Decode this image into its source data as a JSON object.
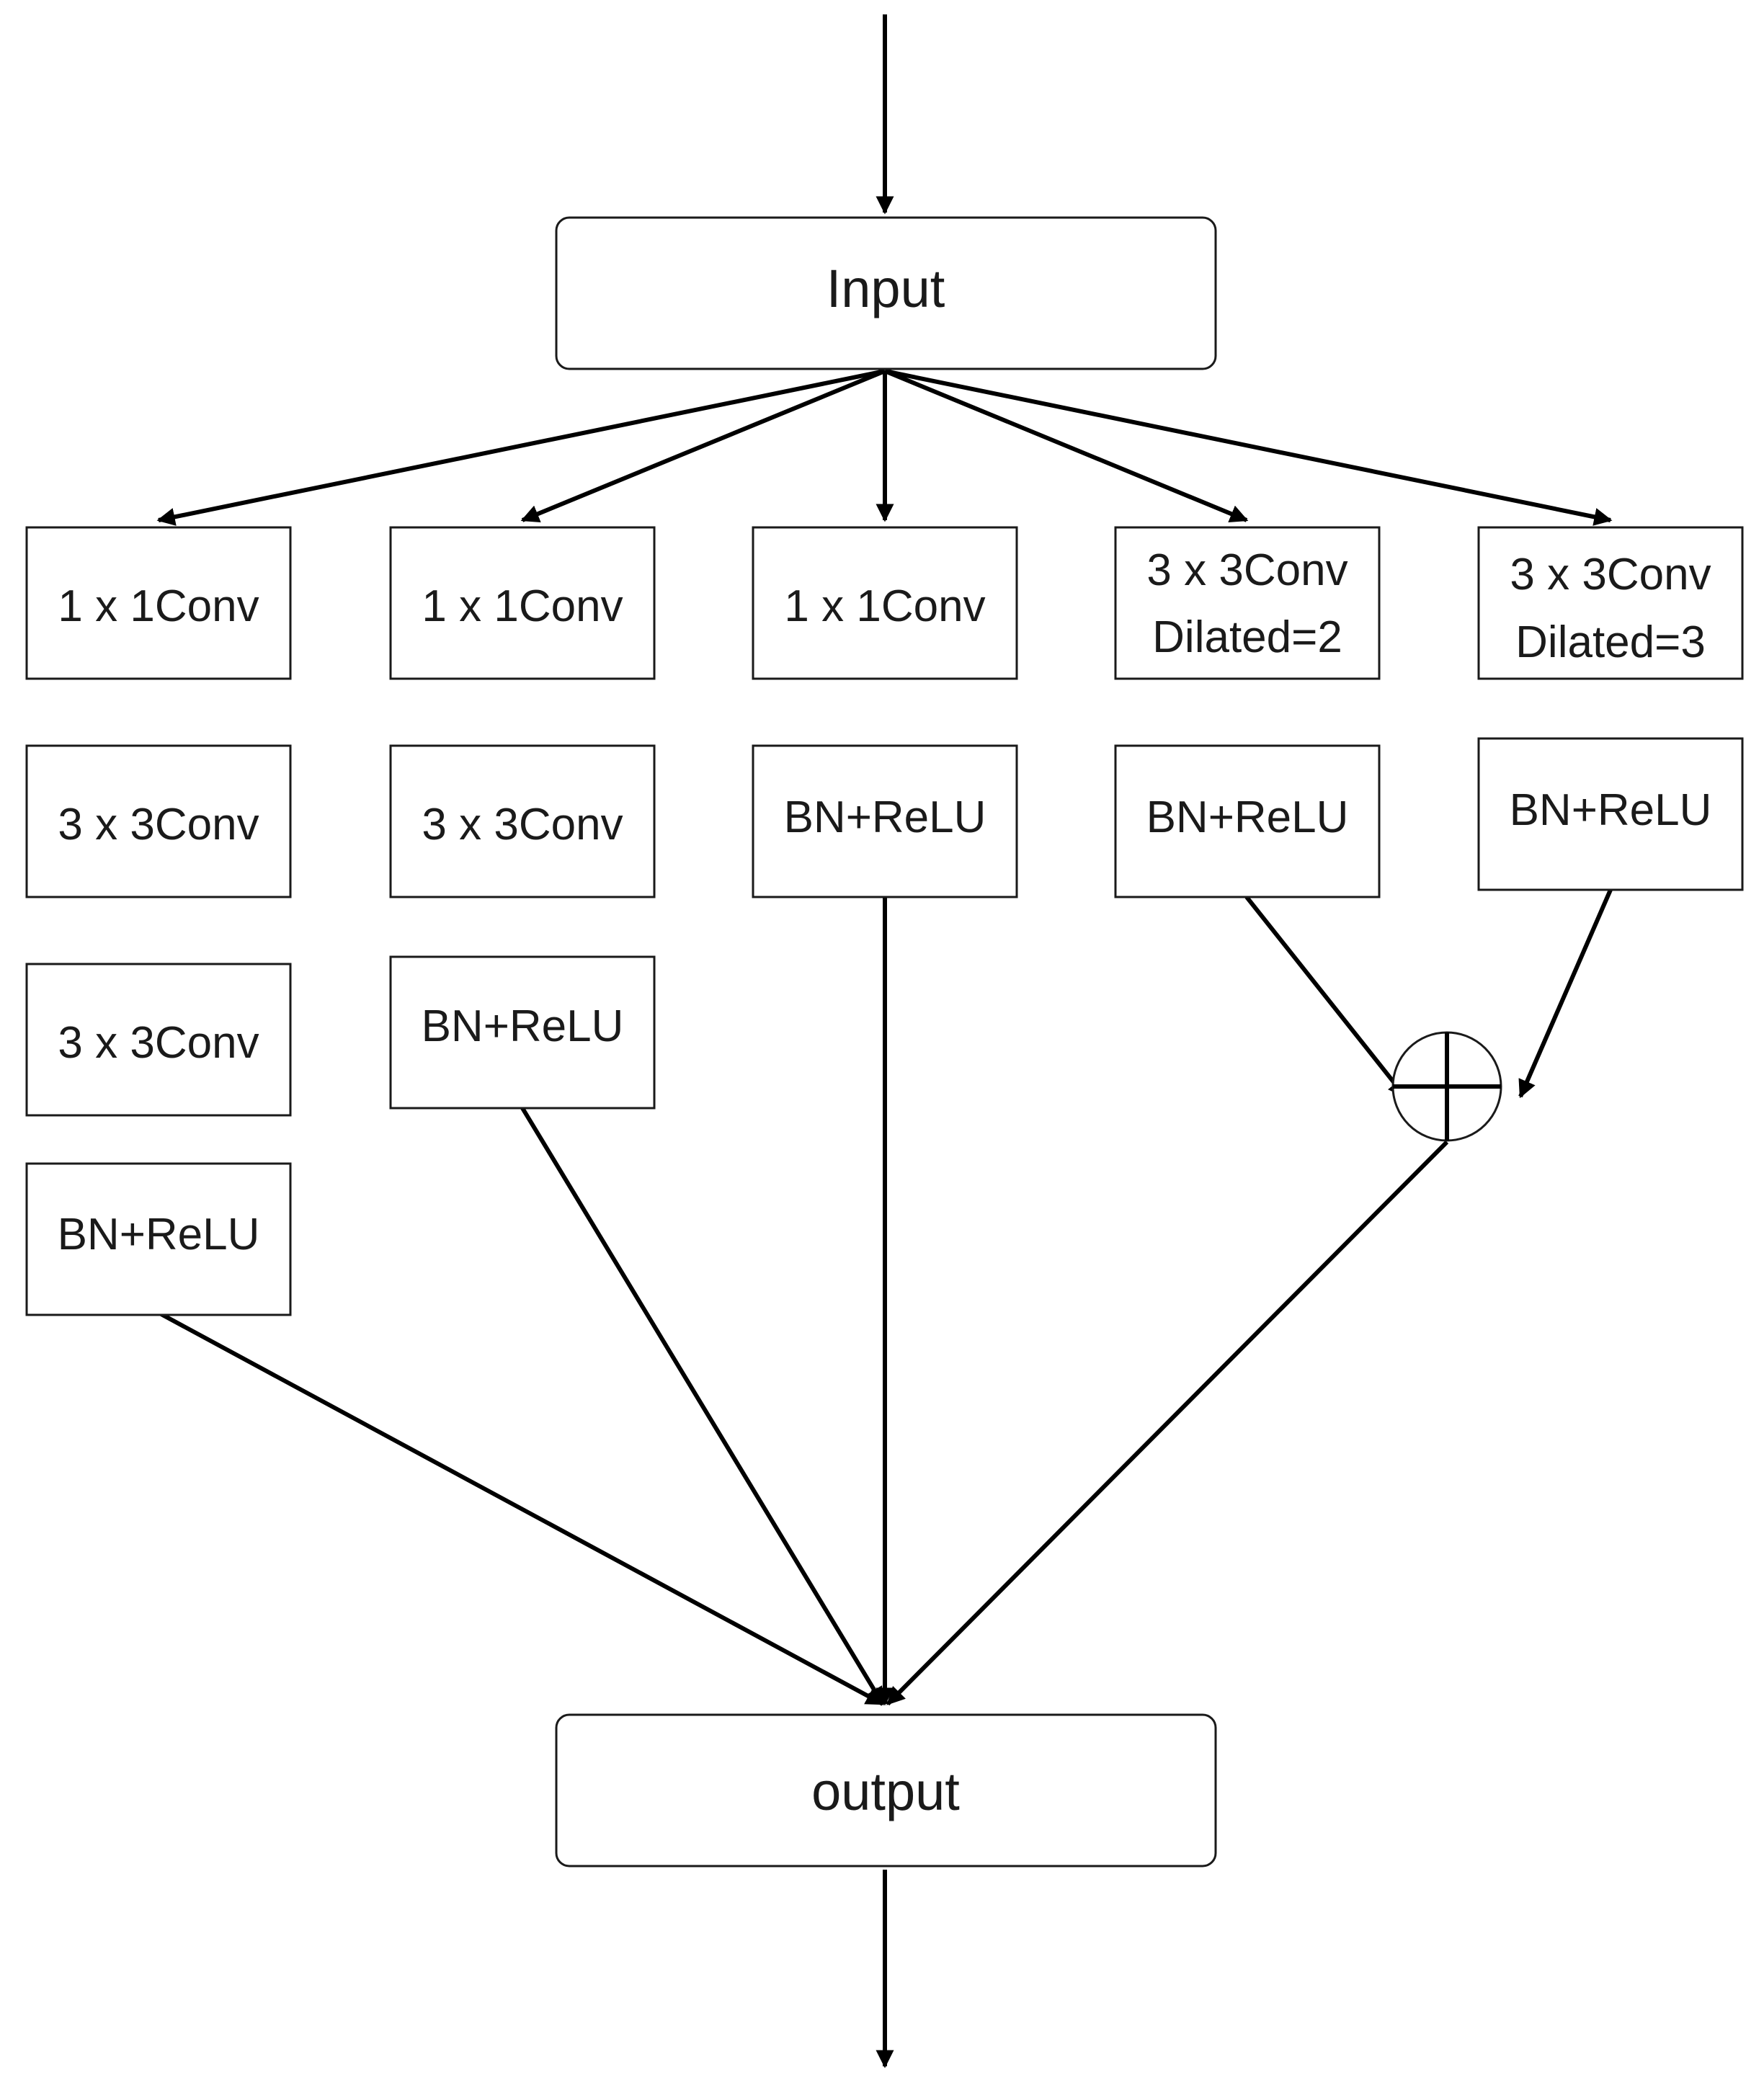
{
  "nodes": {
    "input": "Input",
    "output": "output",
    "b1_conv1": "1 x 1Conv",
    "b1_conv2": "3 x 3Conv",
    "b1_conv3": "3 x 3Conv",
    "b1_bn": "BN+ReLU",
    "b2_conv1": "1 x 1Conv",
    "b2_conv2": "3 x 3Conv",
    "b2_bn": "BN+ReLU",
    "b3_conv1": "1 x 1Conv",
    "b3_bn": "BN+ReLU",
    "b4_conv": [
      "3 x 3Conv",
      "Dilated=2"
    ],
    "b4_bn": "BN+ReLU",
    "b5_conv": [
      "3 x 3Conv",
      "Dilated=3"
    ],
    "b5_bn": "BN+ReLU"
  },
  "sum_symbol": "elementwise-addition-icon"
}
